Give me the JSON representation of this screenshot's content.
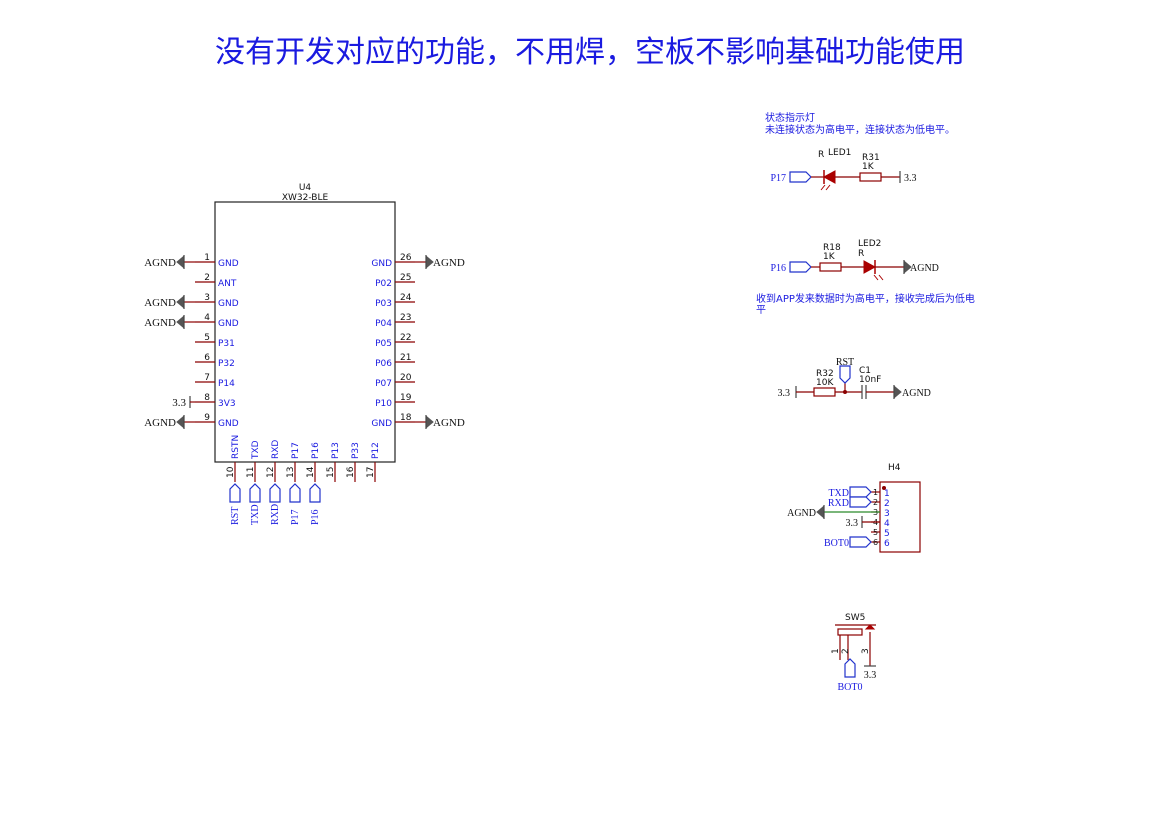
{
  "title": "没有开发对应的功能，不用焊，空板不影响基础功能使用",
  "module": {
    "ref": "U4",
    "part": "XW32-BLE",
    "left_pins": [
      {
        "num": "1",
        "name": "GND",
        "net": "AGND"
      },
      {
        "num": "2",
        "name": "ANT",
        "net": ""
      },
      {
        "num": "3",
        "name": "GND",
        "net": "AGND"
      },
      {
        "num": "4",
        "name": "GND",
        "net": "AGND"
      },
      {
        "num": "5",
        "name": "P31",
        "net": ""
      },
      {
        "num": "6",
        "name": "P32",
        "net": ""
      },
      {
        "num": "7",
        "name": "P14",
        "net": ""
      },
      {
        "num": "8",
        "name": "3V3",
        "net": "3.3"
      },
      {
        "num": "9",
        "name": "GND",
        "net": "AGND"
      }
    ],
    "right_pins": [
      {
        "num": "26",
        "name": "GND",
        "net": "AGND"
      },
      {
        "num": "25",
        "name": "P02",
        "net": ""
      },
      {
        "num": "24",
        "name": "P03",
        "net": ""
      },
      {
        "num": "23",
        "name": "P04",
        "net": ""
      },
      {
        "num": "22",
        "name": "P05",
        "net": ""
      },
      {
        "num": "21",
        "name": "P06",
        "net": ""
      },
      {
        "num": "20",
        "name": "P07",
        "net": ""
      },
      {
        "num": "19",
        "name": "P10",
        "net": ""
      },
      {
        "num": "18",
        "name": "GND",
        "net": "AGND"
      }
    ],
    "bottom_pins": [
      {
        "num": "10",
        "name": "RSTN",
        "net": "RST"
      },
      {
        "num": "11",
        "name": "TXD",
        "net": "TXD"
      },
      {
        "num": "12",
        "name": "RXD",
        "net": "RXD"
      },
      {
        "num": "13",
        "name": "P17",
        "net": "P17"
      },
      {
        "num": "14",
        "name": "P16",
        "net": "P16"
      },
      {
        "num": "15",
        "name": "P13",
        "net": ""
      },
      {
        "num": "16",
        "name": "P33",
        "net": ""
      },
      {
        "num": "17",
        "name": "P12",
        "net": ""
      }
    ]
  },
  "status_led": {
    "note_line1": "状态指示灯",
    "note_line2": "未连接状态为高电平，连接状态为低电平。",
    "led_ref": "LED1",
    "led_color": "R",
    "res_ref": "R31",
    "res_value": "1K",
    "port": "P17",
    "supply": "3.3"
  },
  "data_led": {
    "led_ref": "LED2",
    "led_color": "R",
    "res_ref": "R18",
    "res_value": "1K",
    "port": "P16",
    "ground": "AGND",
    "note_line1": "收到APP发来数据时为高电平，接收完成后为低电",
    "note_line2": "平"
  },
  "reset": {
    "res_ref": "R32",
    "res_value": "10K",
    "cap_ref": "C1",
    "cap_value": "10nF",
    "net": "RST",
    "supply": "3.3",
    "ground": "AGND"
  },
  "header": {
    "ref": "H4",
    "pins": [
      "1",
      "2",
      "3",
      "4",
      "5",
      "6"
    ],
    "nets": [
      "TXD",
      "RXD",
      "AGND",
      "3.3",
      "",
      "BOT0"
    ]
  },
  "switch": {
    "ref": "SW5",
    "pins": [
      "1",
      "2",
      "3"
    ],
    "net": "BOT0",
    "supply": "3.3"
  },
  "colors": {
    "text": "#1a1ae0",
    "wire": "#8b0000",
    "led": "#aa0000",
    "ground": "#555555"
  }
}
